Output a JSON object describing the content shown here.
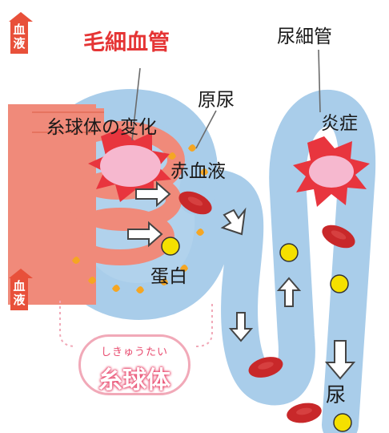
{
  "labels": {
    "capillary": "毛細血管",
    "tubule": "尿細管",
    "primary_urine": "原尿",
    "glomerulus_change": "糸球体の変化",
    "inflammation": "炎症",
    "red_blood": "赤血液",
    "protein": "蛋白",
    "urine": "尿",
    "blood_top": "血液",
    "blood_bottom": "血液",
    "glomerulus_ruby": "しきゅうたい",
    "glomerulus": "糸球体"
  },
  "colors": {
    "tubule": "#a9cdea",
    "capillary": "#f08a7a",
    "capillary_dark": "#e8503a",
    "burst": "#e8353e",
    "burst_inner": "#f6b8cf",
    "rbc": "#c8282a",
    "protein": "#f5e000",
    "highlight": "#e53535",
    "droplet": "#f5a623"
  }
}
